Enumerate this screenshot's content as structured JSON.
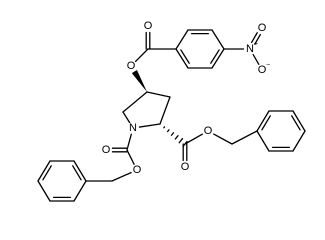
{
  "structure": {
    "atoms": [
      {
        "id": "c_ester",
        "symbol": "C"
      },
      {
        "id": "o_carbonyl_top",
        "symbol": "O"
      },
      {
        "id": "o_ester_ring",
        "symbol": "O"
      },
      {
        "id": "ar1_c1",
        "symbol": "C"
      },
      {
        "id": "ar1_c2",
        "symbol": "C"
      },
      {
        "id": "ar1_c3",
        "symbol": "C"
      },
      {
        "id": "ar1_c4",
        "symbol": "C"
      },
      {
        "id": "ar1_c5",
        "symbol": "C"
      },
      {
        "id": "ar1_c6",
        "symbol": "C"
      },
      {
        "id": "n_nitro",
        "symbol": "N",
        "charge": "+"
      },
      {
        "id": "o_nitro_up",
        "symbol": "O"
      },
      {
        "id": "o_nitro_down",
        "symbol": "O",
        "charge": "−"
      },
      {
        "id": "ring_c4",
        "symbol": "C"
      },
      {
        "id": "ring_c5",
        "symbol": "C"
      },
      {
        "id": "ring_n1",
        "symbol": "N"
      },
      {
        "id": "ring_c2",
        "symbol": "C"
      },
      {
        "id": "ring_c3",
        "symbol": "C"
      },
      {
        "id": "c_carbamate",
        "symbol": "C"
      },
      {
        "id": "o_carbamate_dbl",
        "symbol": "O"
      },
      {
        "id": "o_carbamate",
        "symbol": "O"
      },
      {
        "id": "ch2_left",
        "symbol": "C"
      },
      {
        "id": "ar2_c1",
        "symbol": "C"
      },
      {
        "id": "ar2_c2",
        "symbol": "C"
      },
      {
        "id": "ar2_c3",
        "symbol": "C"
      },
      {
        "id": "ar2_c4",
        "symbol": "C"
      },
      {
        "id": "ar2_c5",
        "symbol": "C"
      },
      {
        "id": "ar2_c6",
        "symbol": "C"
      },
      {
        "id": "c_bn_ester",
        "symbol": "C"
      },
      {
        "id": "o_bn_ester_dbl",
        "symbol": "O"
      },
      {
        "id": "o_bn_ester",
        "symbol": "O"
      },
      {
        "id": "ch2_right",
        "symbol": "C"
      },
      {
        "id": "ar3_c1",
        "symbol": "C"
      },
      {
        "id": "ar3_c2",
        "symbol": "C"
      },
      {
        "id": "ar3_c3",
        "symbol": "C"
      },
      {
        "id": "ar3_c4",
        "symbol": "C"
      },
      {
        "id": "ar3_c5",
        "symbol": "C"
      },
      {
        "id": "ar3_c6",
        "symbol": "C"
      }
    ],
    "stereo": [
      {
        "atom": "ring_c4",
        "bond_to": "o_ester_ring",
        "type": "wedge"
      },
      {
        "atom": "ring_c2",
        "bond_to": "c_bn_ester",
        "type": "hash"
      }
    ]
  }
}
